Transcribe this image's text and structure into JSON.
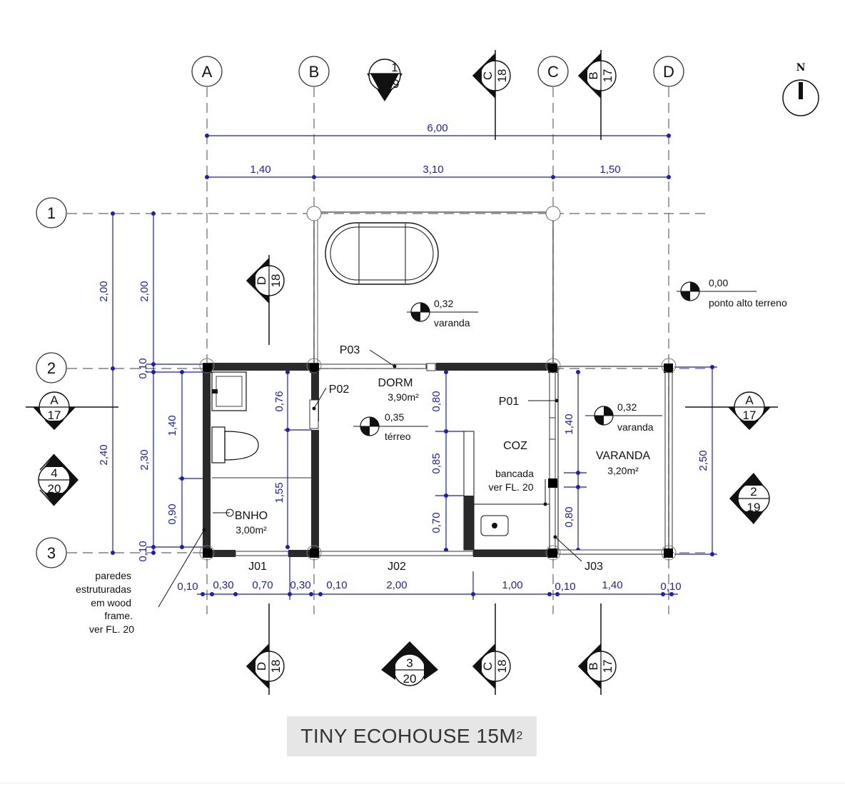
{
  "title": {
    "text": "TINY ECOHOUSE 15M",
    "sup": "2"
  },
  "north_label": "N",
  "grid_axes": {
    "A": "A",
    "B": "B",
    "C": "C",
    "D": "D",
    "r1": "1",
    "r2": "2",
    "r3": "3"
  },
  "dims": {
    "top_total": "6,00",
    "top_1": "1,40",
    "top_2": "3,10",
    "top_3": "1,50",
    "left_outer_1": "2,00",
    "left_outer_2": "2,40",
    "left_inner_1": "2,00",
    "left_inner_2": "0,10",
    "left_inner_3": "2,30",
    "left_inner_4": "0,10",
    "left_bath_1": "1,40",
    "left_bath_2": "0,90",
    "bath_1": "0,76",
    "bath_2": "1,55",
    "mid_1": "0,80",
    "mid_2": "0,85",
    "mid_3": "0,70",
    "coz_1": "1,40",
    "coz_2": "0,80",
    "right_1": "2,50",
    "bottom": [
      "0,10",
      "0,30",
      "0,70",
      "0,30",
      "0,10",
      "2,00",
      "1,00",
      "0,10",
      "1,40",
      "0,10"
    ]
  },
  "rooms": {
    "dorm_name": "DORM",
    "dorm_area": "3,90m²",
    "coz_name": "COZ",
    "varanda_name": "VARANDA",
    "varanda_area": "3,20m²",
    "bnho_name": "BNHO",
    "bnho_area": "3,00m²",
    "bancada_1": "bancada",
    "bancada_2": "ver FL. 20"
  },
  "levels": {
    "terreno_val": "0,00",
    "terreno_label": "ponto alto terreno",
    "varanda_top_val": "0,32",
    "varanda_top_label": "varanda",
    "terreo_val": "0,35",
    "terreo_label": "térreo",
    "varanda_right_val": "0,32",
    "varanda_right_label": "varanda"
  },
  "openings": {
    "p01": "P01",
    "p02": "P02",
    "p03": "P03",
    "j01": "J01",
    "j02": "J02",
    "j03": "J03"
  },
  "note": [
    "paredes",
    "estruturadas",
    "em wood",
    "frame.",
    "ver FL. 20"
  ],
  "section_marks": {
    "top_1_19": [
      "1",
      "19"
    ],
    "top_c18": [
      "C",
      "18"
    ],
    "top_b17": [
      "B",
      "17"
    ],
    "d18_upper": [
      "D",
      "18"
    ],
    "left_a17": [
      "A",
      "17"
    ],
    "left_4_20": [
      "4",
      "20"
    ],
    "right_a17": [
      "A",
      "17"
    ],
    "right_2_19": [
      "2",
      "19"
    ],
    "bottom_d18": [
      "D",
      "18"
    ],
    "bottom_3_20": [
      "3",
      "20"
    ],
    "bottom_c18": [
      "C",
      "18"
    ],
    "bottom_b17": [
      "B",
      "17"
    ]
  },
  "colors": {
    "dimension": "#1a1fb8",
    "wall": "#2a2a2a",
    "title_bg": "#e6e6e6"
  }
}
